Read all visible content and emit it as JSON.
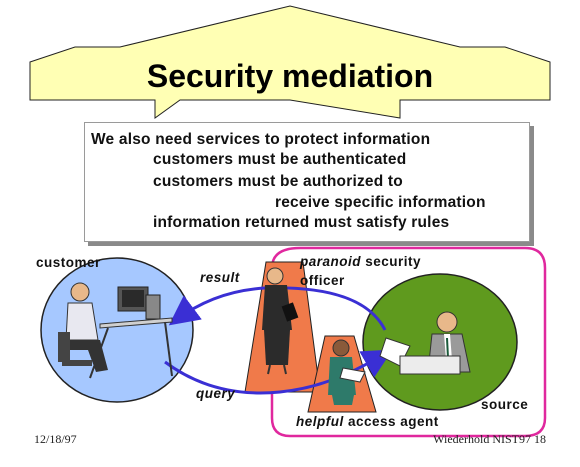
{
  "slide": {
    "title": "Security mediation",
    "body": {
      "lead": "We also need services to protect information",
      "points": [
        "customers must be authenticated",
        "customers must be authorized to",
        "receive specific information",
        "information returned must satisfy rules"
      ]
    },
    "diagram": {
      "customer_label": "customer",
      "result_label": "result",
      "query_label": "query",
      "officer_label_italic": "paranoid",
      "officer_label_rest": " security",
      "officer_label_line2": "officer",
      "agent_label_italic": "helpful",
      "agent_label_rest": " access agent",
      "source_label": "source"
    },
    "footer": {
      "date": "12/18/97",
      "credit": "Wiederhold NIST97 18"
    }
  },
  "colors": {
    "banner_fill": "#ffffb4",
    "customer_circle": "#a6c8ff",
    "source_circle": "#5f9a1e",
    "trapezoid": "#f07a4a",
    "mediator_outline": "#e0289e",
    "arrow": "#3a2fd4"
  }
}
